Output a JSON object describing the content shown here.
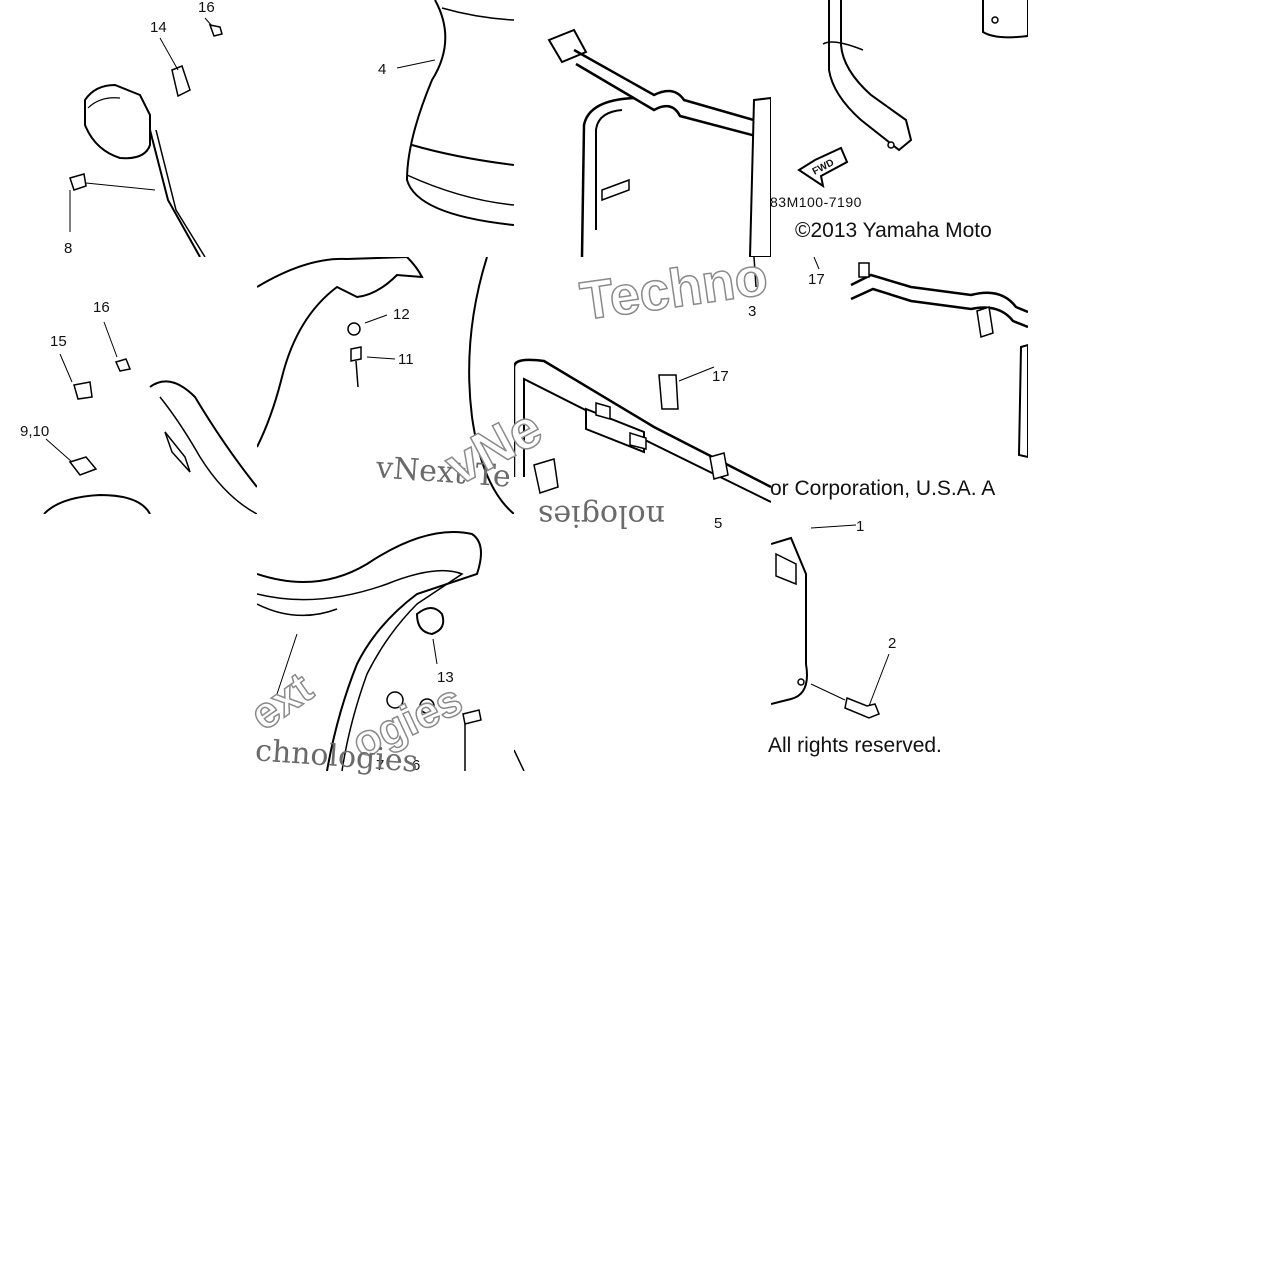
{
  "diagram": {
    "callouts": {
      "c14": "14",
      "c16a": "16",
      "c4": "4",
      "c8": "8",
      "c16b": "16",
      "c15": "15",
      "c9_10": "9,10",
      "c12": "12",
      "c11": "11",
      "c3": "3",
      "c17a": "17",
      "c17b": "17",
      "c5": "5",
      "c1": "1",
      "c2": "2",
      "c13": "13",
      "c7": "7",
      "c6": "6"
    },
    "part_number": "83M100-7190",
    "fwd_label": "FWD",
    "copyright": {
      "line1": "©2013 Yamaha Moto",
      "line2": "or Corporation, U.S.A. A",
      "line3": "All rights reserved."
    },
    "watermark": {
      "outline_1": "Techno",
      "serif_1": "vNext Te",
      "serif_2": "nologies",
      "outline_2": "vNe",
      "outline_3": "ext",
      "outline_4": "ogies",
      "serif_3": "chnologies"
    }
  }
}
